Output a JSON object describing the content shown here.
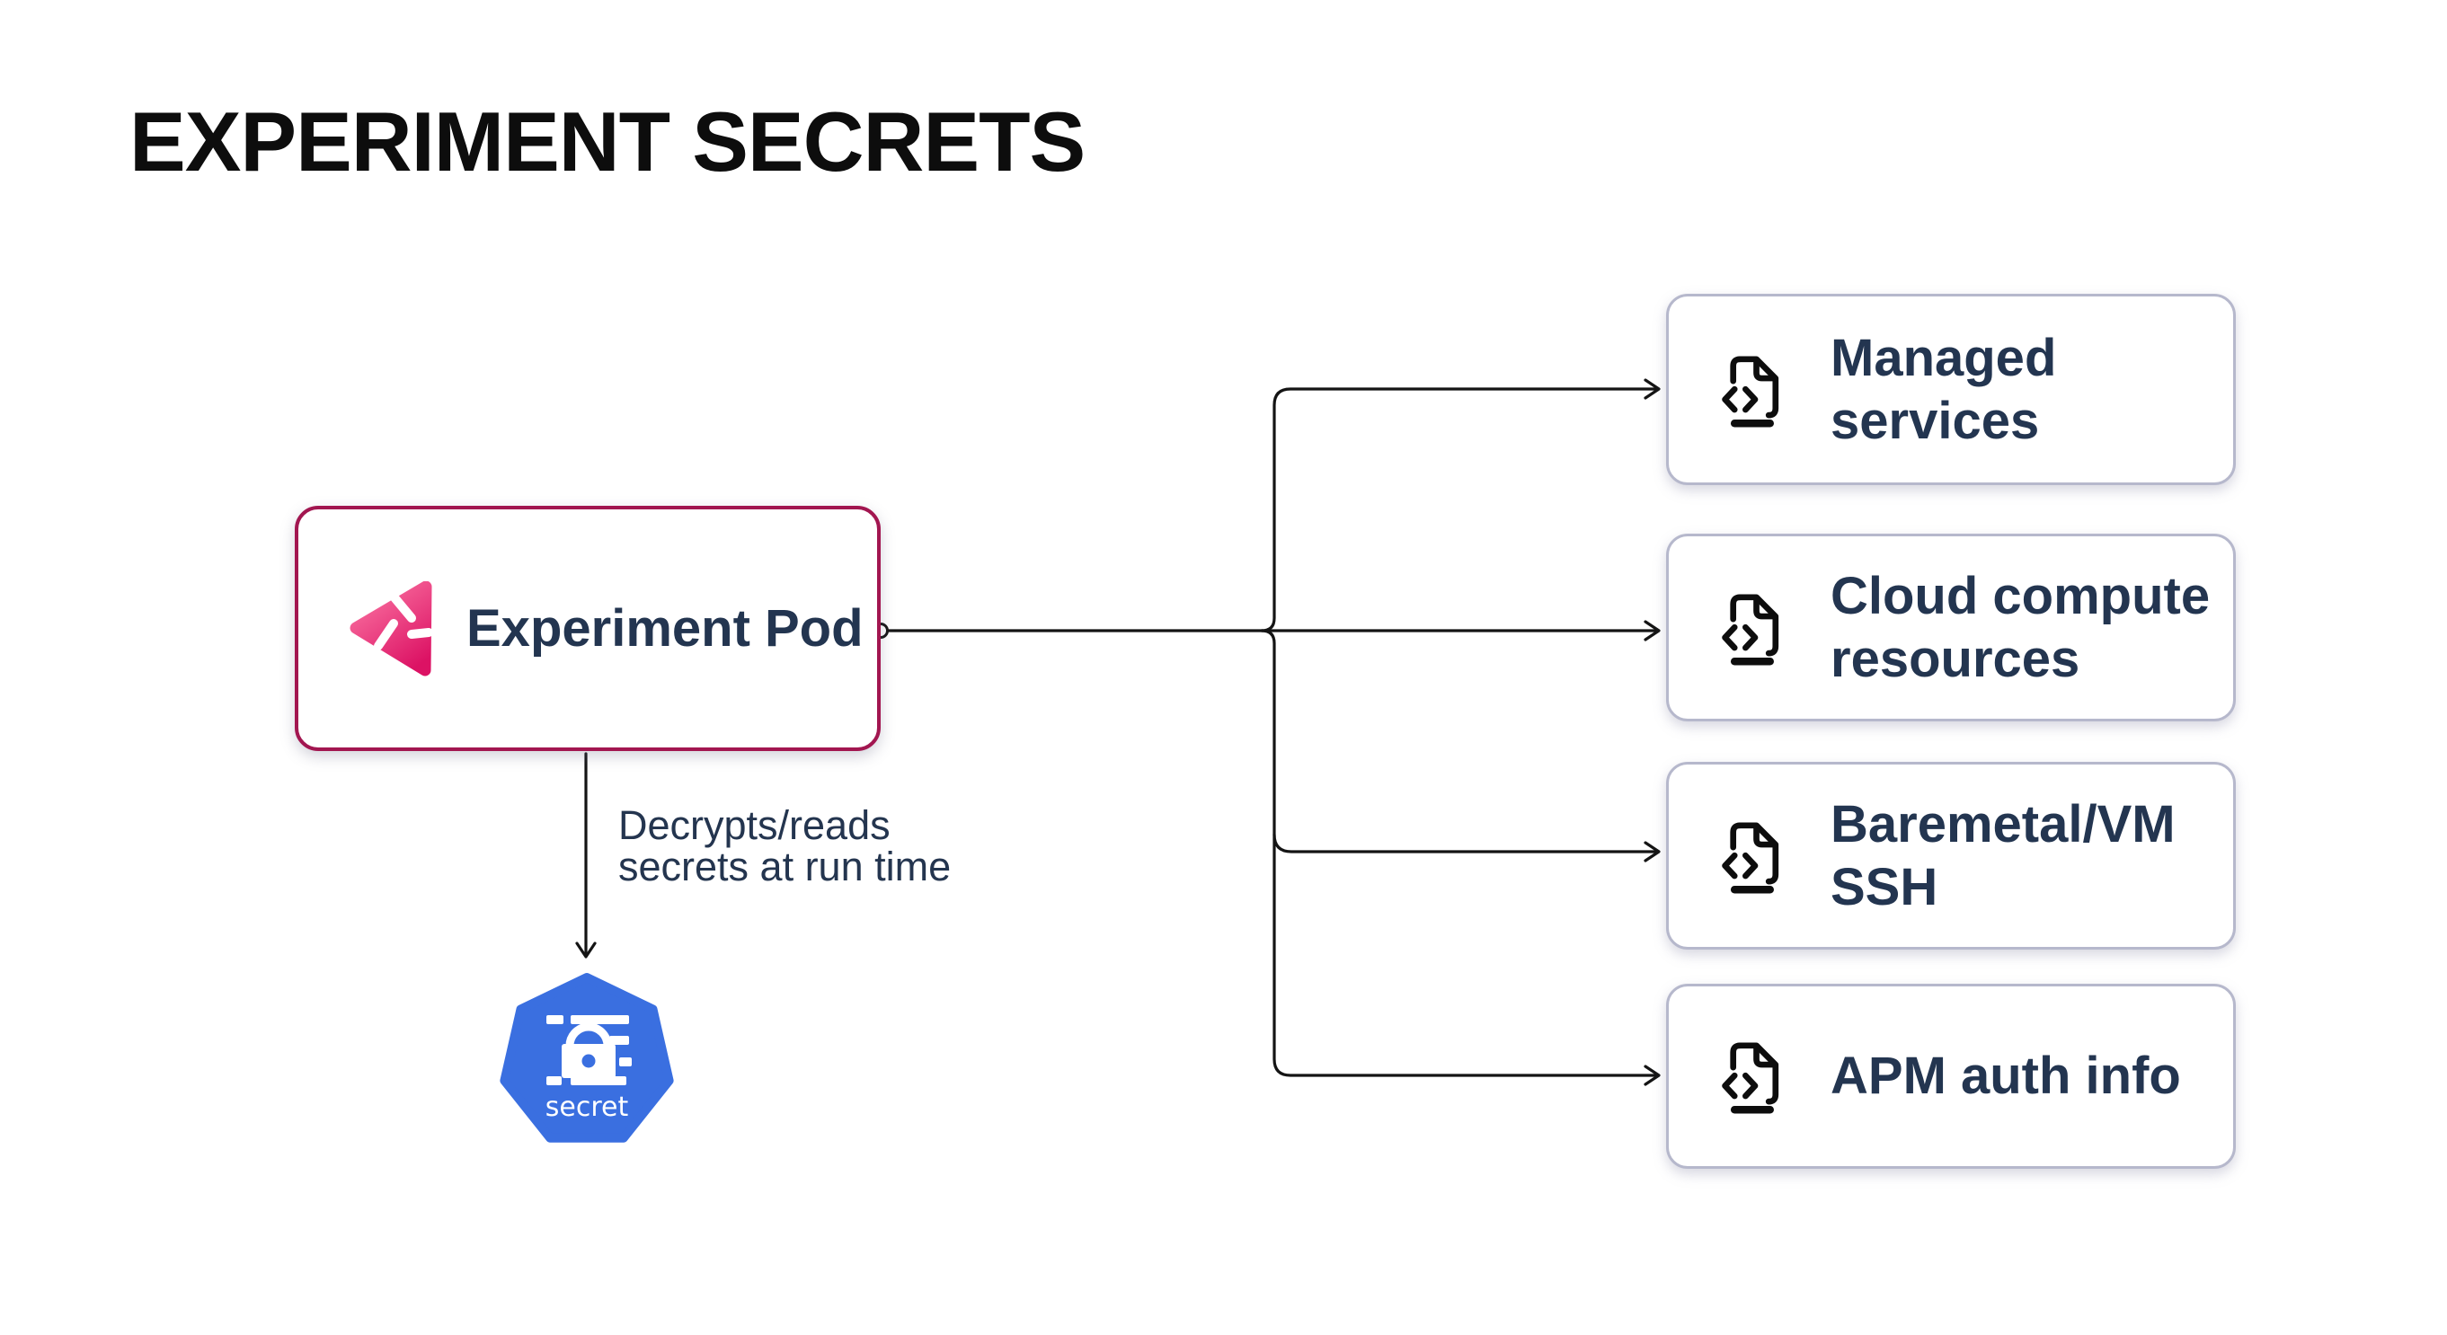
{
  "title": "EXPERIMENT SECRETS",
  "pod": {
    "label": "Experiment Pod",
    "icon": "litmus-pinwheel-icon",
    "border_color": "#A21650"
  },
  "edge": {
    "caption_line1": "Decrypts/reads",
    "caption_line2": "secrets at run time"
  },
  "secret": {
    "label": "secret",
    "icon": "kubernetes-secret-icon",
    "color": "#3A6FE0"
  },
  "targets": [
    {
      "label": "Managed services",
      "icon": "file-code-icon"
    },
    {
      "label": "Cloud compute resources",
      "icon": "file-code-icon"
    },
    {
      "label": "Baremetal/VM SSH",
      "icon": "file-code-icon"
    },
    {
      "label": "APM auth info",
      "icon": "file-code-icon"
    }
  ],
  "colors": {
    "accent_pink": "#E0186B",
    "accent_pink_light": "#F76A9C",
    "navy_text": "#233550",
    "k8s_blue": "#3A6FE0",
    "target_border": "#B6B8CC",
    "pod_border": "#A21650",
    "line": "#141414"
  }
}
